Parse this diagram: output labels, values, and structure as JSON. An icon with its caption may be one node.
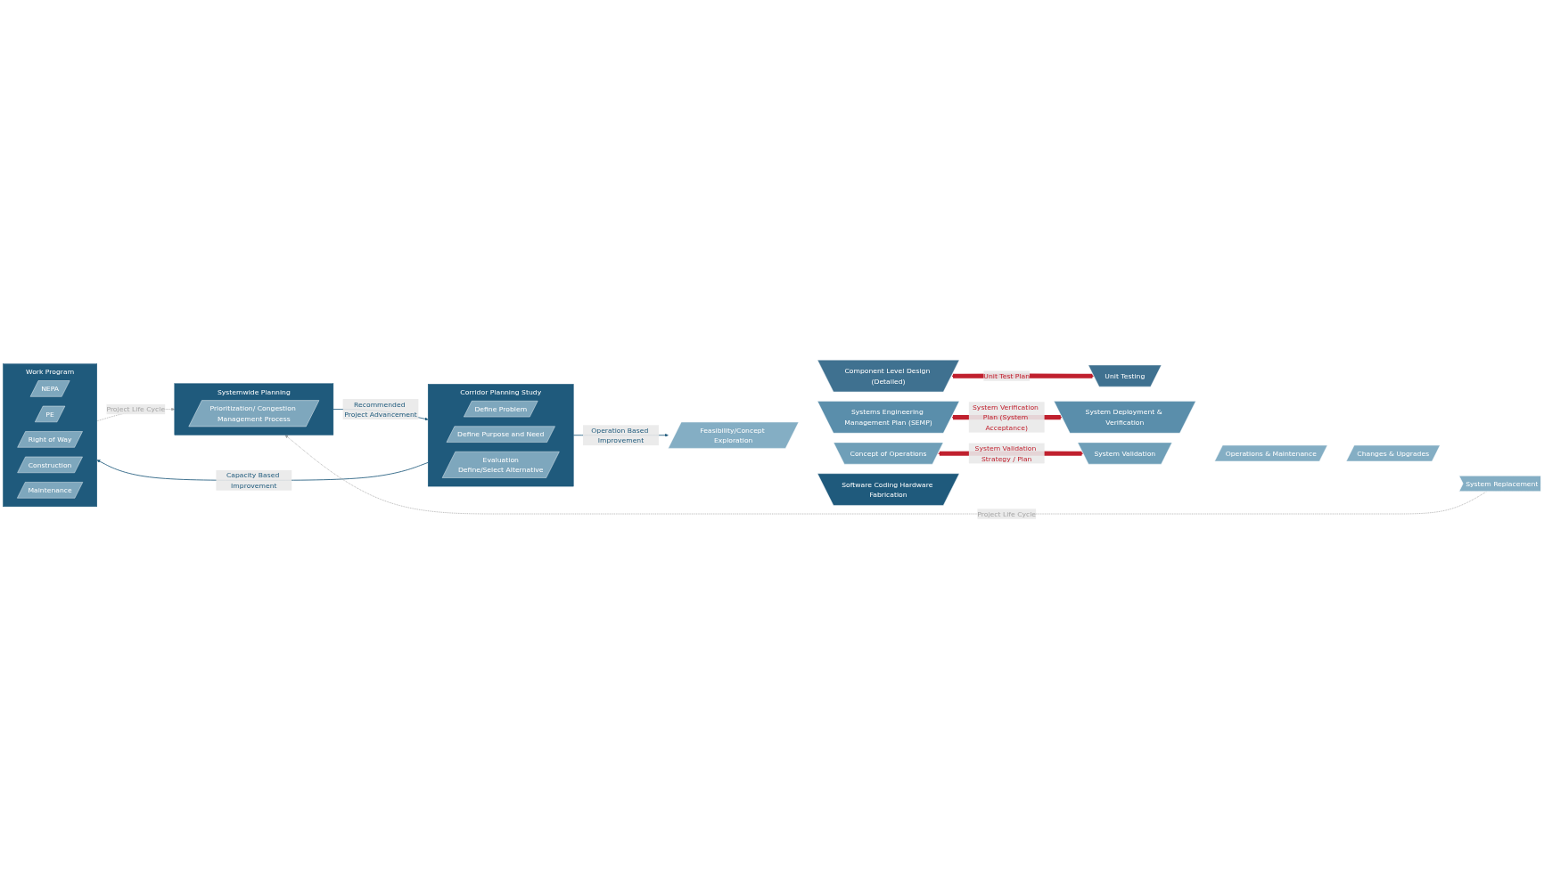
{
  "diagram": {
    "nodes": [
      {
        "text": [
          "Systemwide Planning"
        ]
      },
      {
        "text": [
          "Prioritization/ Congestion Management Process"
        ],
        "in": 0
      },
      {
        "text": [
          "Corridor Planning Study"
        ]
      },
      {
        "text": [
          "Define Problem"
        ],
        "in": 2
      },
      {
        "text": [
          "Define Purpose and Need"
        ],
        "in": 2
      },
      {
        "text": [
          "Evaluation",
          "Define/Select Alternative"
        ],
        "in": 2
      },
      {
        "text": [
          "Work Program"
        ]
      },
      {
        "text": [
          "NEPA"
        ],
        "in": 6
      },
      {
        "text": [
          "PE"
        ],
        "in": 6
      },
      {
        "text": [
          "Right of Way"
        ],
        "in": 6
      },
      {
        "text": [
          "Construction"
        ],
        "in": 6
      },
      {
        "text": [
          "Maintenance"
        ],
        "in": 6
      },
      {
        "text": [
          "Feasibility/Concept Exploration"
        ]
      },
      {
        "text": [
          "Concept of Operations"
        ]
      },
      {
        "text": [
          "Systems Engineering Management Plan (SEMP)"
        ]
      },
      {
        "text": [
          "Component Level Design (Detailed)"
        ]
      },
      {
        "text": [
          "Software Coding Hardware Fabrication"
        ]
      },
      {
        "text": [
          "Unit Testing"
        ]
      },
      {
        "text": [
          "System Deployment & Verification"
        ]
      },
      {
        "text": [
          "System Validation"
        ]
      },
      {
        "text": [
          "Operations & Maintenance"
        ]
      },
      {
        "text": [
          "Changes & Upgrades"
        ]
      },
      {
        "text": [
          "System Replacement"
        ]
      }
    ],
    "edges": [
      {
        "from": 0,
        "to": 2,
        "arrow": "to",
        "label": "Recommended Project Advancement"
      },
      {
        "from": 2,
        "to": 6,
        "arrow": "to",
        "label": "Capacity Based Improvement"
      },
      {
        "from": 2,
        "to": 12,
        "arrow": "to",
        "label": "Operation Based Improvement"
      },
      {
        "from": 13,
        "to": 19,
        "arrow": "both",
        "label": "System Validation Strategy / Plan",
        "style": "thick",
        "color": "#c0202e"
      },
      {
        "from": 14,
        "to": 18,
        "arrow": "both",
        "label": "System Verification Plan (System Acceptance)",
        "style": "thick",
        "color": "#c0202e"
      },
      {
        "from": 15,
        "to": 17,
        "arrow": "both",
        "label": "Unit Test Plan",
        "style": "thick",
        "color": "#c0202e"
      },
      {
        "from": 6,
        "to": 0,
        "arrow": "to",
        "label": "Project Life Cycle",
        "style": "dashed",
        "color": "#a6a6a6"
      },
      {
        "from": 22,
        "to": 0,
        "arrow": "to",
        "label": "Project Life Cycle",
        "style": "dashed",
        "color": "#a6a6a6"
      }
    ]
  }
}
